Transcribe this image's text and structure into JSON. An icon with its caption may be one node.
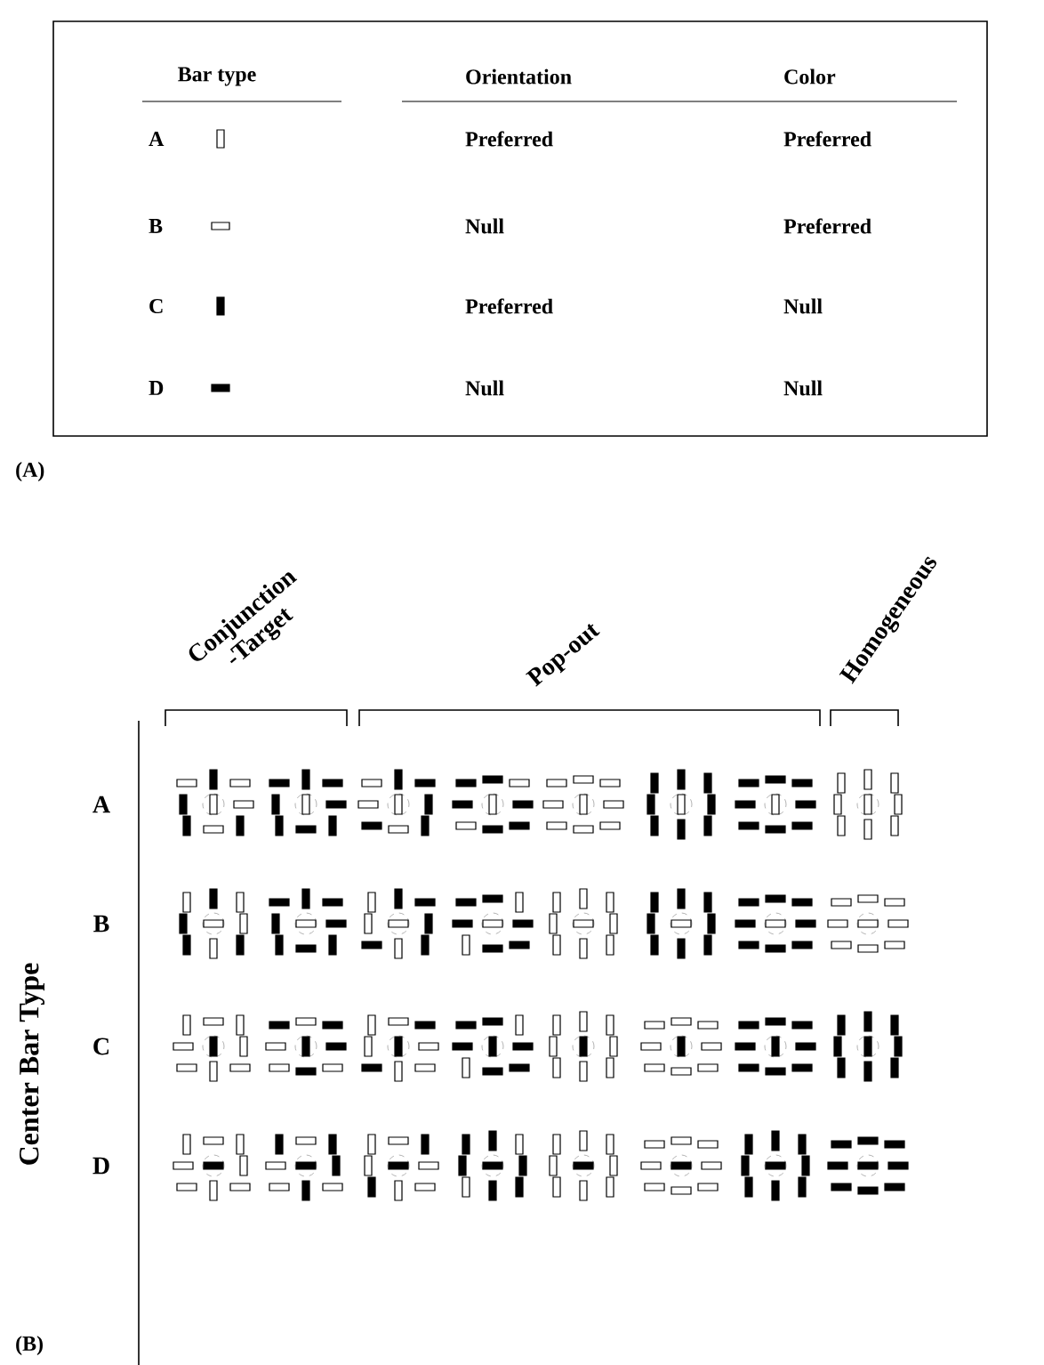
{
  "diagram": {
    "labels": [
      "Bar type",
      "Orientation",
      "Color",
      "A",
      "Preferred",
      "Preferred",
      "B",
      "Null",
      "Preferred",
      "C",
      "Preferred",
      "Null",
      "D",
      "Null",
      "Null",
      "(A)",
      "Conjunction -Target",
      "Pop-out",
      "Homogeneous",
      "A",
      "B",
      "C",
      "D",
      "Center Bar Type",
      "(B)"
    ]
  }
}
